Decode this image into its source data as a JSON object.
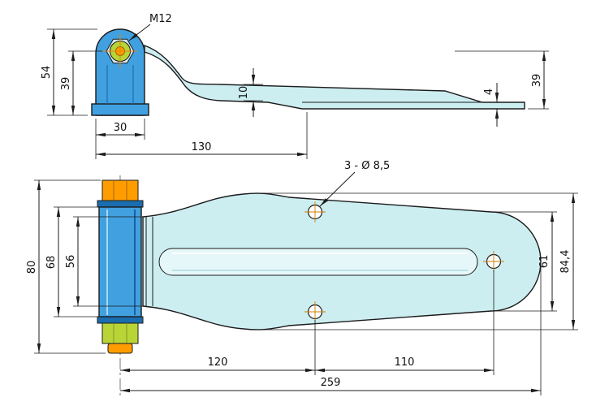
{
  "colors": {
    "background": "#ffffff",
    "outline": "#1b1b1b",
    "bracket_blue": "#41a0e0",
    "bracket_blue_dark": "#1a6daf",
    "strap_cyan": "#cdeef1",
    "rib_cyan_light": "#e6f7f9",
    "nut_orange": "#ff9d00",
    "nut_green": "#b8d437",
    "hex_face": "#d7e9f4",
    "hole_white": "#ffffff"
  },
  "side_view": {
    "thread_label": "M12",
    "dims": {
      "total_height": "54",
      "pin_height": "39",
      "base_width": "30",
      "arm_length": "130",
      "strap_rise": "10",
      "plate_thickness": "4",
      "end_height": "39"
    }
  },
  "plan_view": {
    "holes_label": "3 - Ø 8,5",
    "dims": {
      "overall_width": "80",
      "barrel_length": "68",
      "knuckle_length": "56",
      "end_width": "61",
      "max_width": "84,4",
      "pin_to_holes": "120",
      "holes_spacing": "110",
      "overall_length": "259"
    }
  }
}
